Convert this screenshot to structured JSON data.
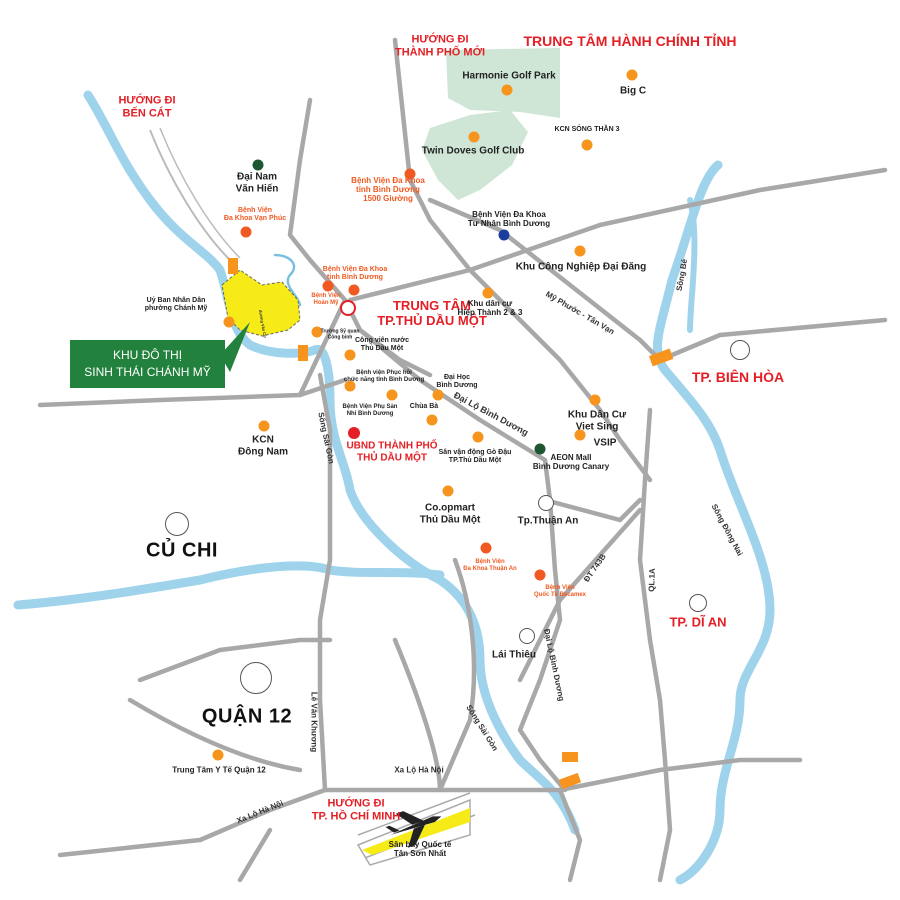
{
  "colors": {
    "river": "#9fd3ec",
    "road": "#a8a8a8",
    "golf": "#cfe6d6",
    "project": "#f6eb16",
    "accent_red": "#e42026",
    "green": "#22823d",
    "orange": "#f7941d"
  },
  "directions": {
    "ben_cat": "HƯỚNG ĐI\nBẾN CÁT",
    "new_city": "HƯỚNG ĐI\nTHÀNH PHỐ MỚI",
    "hcm": "HƯỚNG ĐI\nTP. HỒ CHÍ MINH"
  },
  "admin_center": "TRUNG TÂM HÀNH CHÍNH TỈNH",
  "center": "TRUNG TÂM\nTP.THỦ DẦU MỘT",
  "ubnd": "UBND THÀNH PHỐ\nTHỦ DẦU MỘT",
  "project_callout": "KHU ĐÔ THỊ\nSINH THÁI CHÁNH MỸ",
  "cities": {
    "bien_hoa": "TP. BIÊN HÒA",
    "di_an": "TP. DĨ AN",
    "cu_chi": "CỦ CHI",
    "quan12": "QUẬN 12"
  },
  "poi": {
    "harmonie": "Harmonie Golf Park",
    "bigc": "Big C",
    "kcn_song_than": "KCN SÓNG THẦN 3",
    "twin_doves": "Twin Doves Golf Club",
    "dai_nam": "Đại Nam\nVăn Hiến",
    "bv_van_phuc": "Bệnh Viện\nĐa Khoa Vạn Phúc",
    "bv_1500": "Bệnh Viện Đa Khoa\ntỉnh Bình Dương\n1500 Giường",
    "bv_tu_nhan": "Bệnh Viện Đa Khoa\nTư Nhân Bình Dương",
    "kcn_dai_dang": "Khu Công Nghiệp Đại Đăng",
    "bv_da_khoa_bd": "Bệnh Viện Đa Khoa\ntỉnh Bình Dương",
    "bv_hoan_my": "Bệnh Viện\nHoàn Mỹ",
    "khu_dan_cu_ht": "Khu dân cư\nHiệp Thành 2 & 3",
    "ubnd_chanh_my": "Uỷ Ban Nhân Dân\nphường Chánh Mỹ",
    "truong_sq": "Trường Sỹ quan\nCông binh",
    "cong_vien": "Công viên nước\nThủ Dầu Một",
    "bv_phuc_hoi": "Bệnh viện Phục hồi\nchức năng tỉnh Bình Dương",
    "dh_bd": "Đại Học\nBình Dương",
    "bv_san_nhi": "Bệnh Viện Phụ Sản\nNhi Bình Dương",
    "chua_ba": "Chùa Bà",
    "kcn_dong_nam": "KCN\nĐông Nam",
    "kdc_viet_sing": "Khu Dân Cư\nViet Sing",
    "vsip": "VSIP",
    "aeon": "AEON Mall\nBình Dương Canary",
    "san_van_dong": "Sân vận động Gò Đậu\nTP.Thủ Dầu Một",
    "coopmart": "Co.opmart\nThủ Dầu Một",
    "thuan_an": "Tp.Thuận An",
    "bv_thuan_an": "Bệnh Viện\nĐa Khoa Thuận An",
    "bv_becamex": "Bệnh Viện\nQuốc Tế Becamex",
    "lai_thieu": "Lái Thiêu",
    "trung_tam_yte": "Trung Tâm Y Tế Quận 12",
    "airport": "Sân bay Quốc tế\nTân Sơn Nhất"
  },
  "roads": {
    "my_phuoc": "Mỹ Phước - Tân Vạn",
    "dai_lo_bd": "Đại Lộ Bình Dương",
    "dai_lo_bd2": "Đại Lộ Bình Dương",
    "dt743b": "ĐT 743B",
    "ql1a": "QL.1A",
    "song_dong_nai": "Sông Đồng Nai",
    "song_sai_gon": "Sông Sài Gòn",
    "song_sai_gon2": "Sông Sài Gòn",
    "le_van_khuong": "Lê Văn Khương",
    "xa_lo_hn": "Xa Lộ Hà Nội",
    "xa_lo_hn2": "Xa Lộ Hà Nội",
    "song_be": "Sông Bé",
    "road_small": "đường Văn Cừ"
  }
}
